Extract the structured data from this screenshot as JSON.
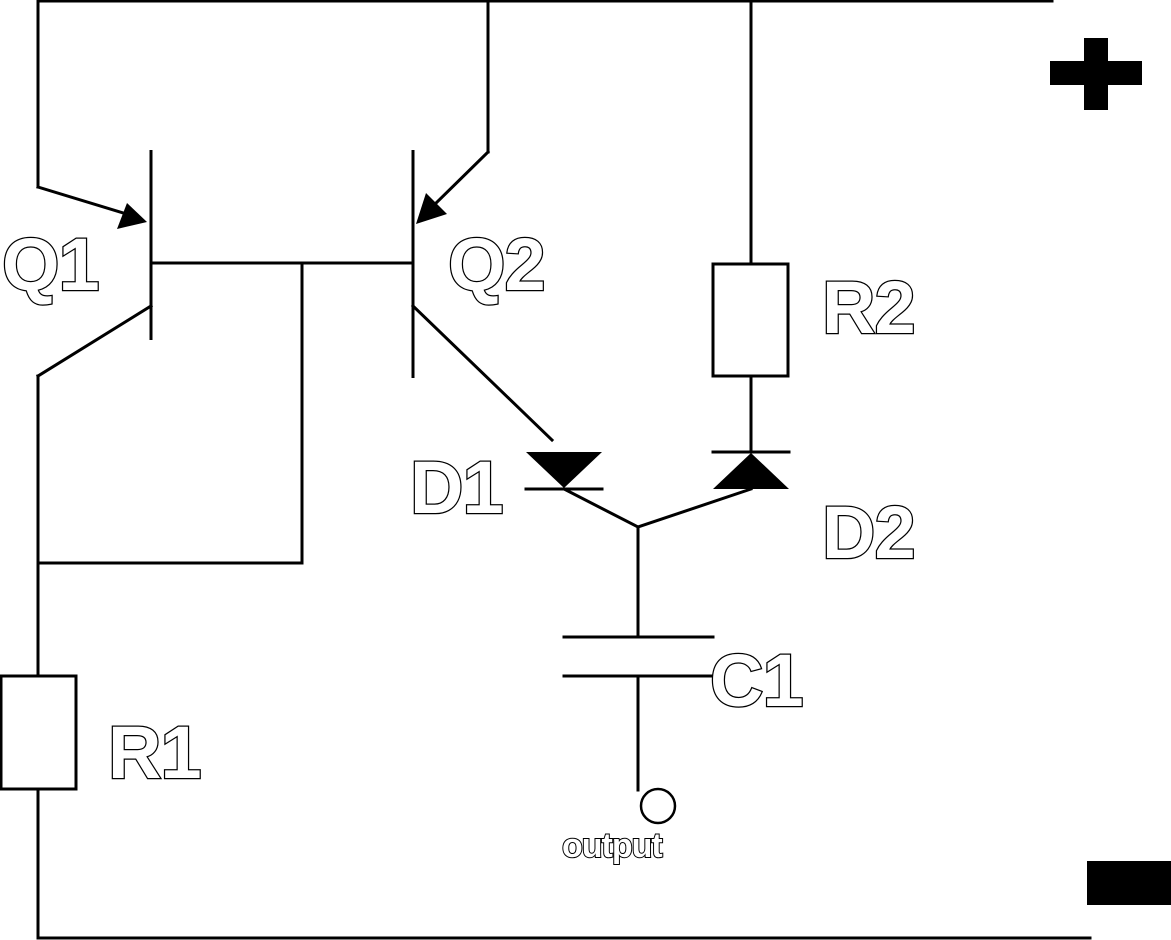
{
  "labels": {
    "q1": "Q1",
    "q2": "Q2",
    "r1": "R1",
    "r2": "R2",
    "d1": "D1",
    "d2": "D2",
    "c1": "C1",
    "output": "output"
  },
  "colors": {
    "ink": "#000000",
    "background": "#ffffff"
  }
}
